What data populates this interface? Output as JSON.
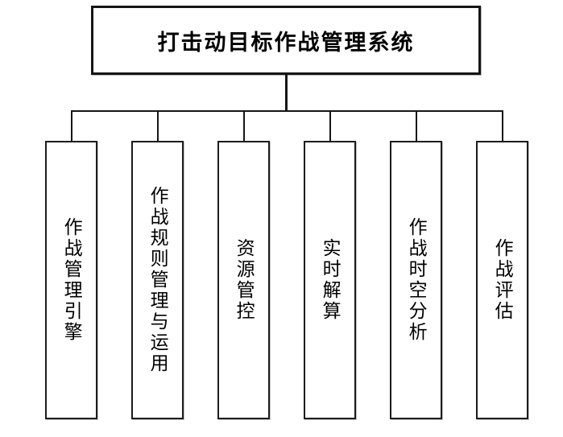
{
  "diagram": {
    "type": "org-chart",
    "root": {
      "label": "打击动目标作战管理系统"
    },
    "children": [
      {
        "label": "作战管理引擎"
      },
      {
        "label": "作战规则管理与运用"
      },
      {
        "label": "资源管控"
      },
      {
        "label": "实时解算"
      },
      {
        "label": "作战时空分析"
      },
      {
        "label": "作战评估"
      }
    ],
    "colors": {
      "line": "#161616",
      "box_border": "#1c1c1c",
      "box_fill": "#ffffff",
      "text": "#000000",
      "background": "#ffffff"
    }
  }
}
